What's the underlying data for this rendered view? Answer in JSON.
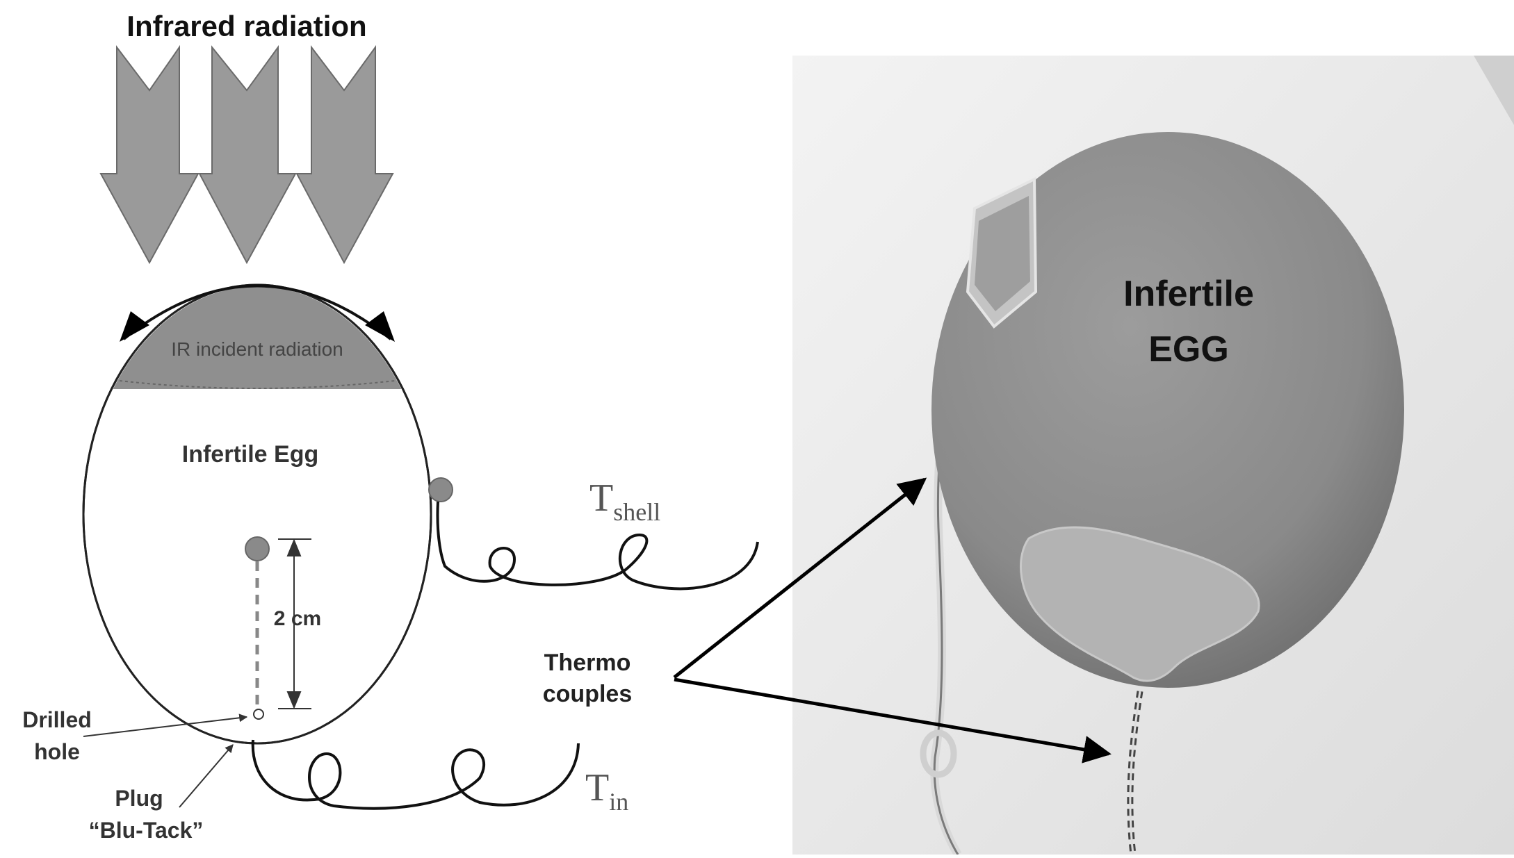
{
  "title": "Infrared radiation",
  "egg_diagram": {
    "incident_label": "IR incident radiation",
    "egg_label": "Infertile Egg",
    "distance_label": "2 cm",
    "drilled_hole_line1": "Drilled",
    "drilled_hole_line2": "hole",
    "plug_line1": "Plug",
    "plug_line2": "“Blu-Tack”"
  },
  "thermocouples": {
    "label_line1": "Thermo",
    "label_line2": "couples",
    "shell_main": "T",
    "shell_sub": "shell",
    "in_main": "T",
    "in_sub": "in"
  },
  "photo": {
    "label_line1": "Infertile",
    "label_line2": "EGG"
  },
  "colors": {
    "arrow_fill": "#9a9a9a",
    "incident_region": "#8f8f8f",
    "sensor_dot": "#8a8a8a",
    "photo_egg": "#8c8c8c",
    "photo_background": "#efefef",
    "serif_label": "#555555"
  }
}
